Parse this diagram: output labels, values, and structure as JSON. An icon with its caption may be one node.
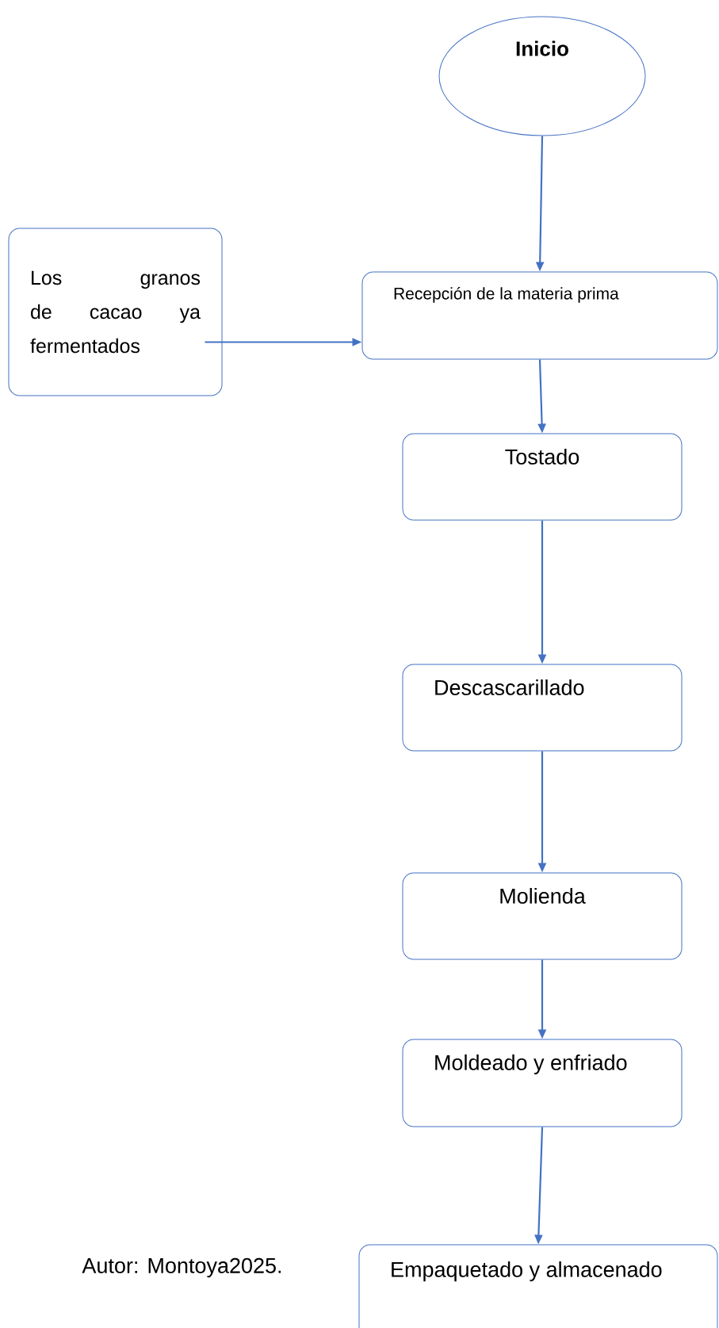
{
  "diagram": {
    "nodes": [
      {
        "text": [
          "Inicio"
        ]
      },
      {
        "text": [
          "Los granos de cacao ya fermentados"
        ]
      },
      {
        "text": [
          "Recepción de la materia prima"
        ]
      },
      {
        "text": [
          "Tostado"
        ]
      },
      {
        "text": [
          "Descascarillado"
        ]
      },
      {
        "text": [
          "Molienda"
        ]
      },
      {
        "text": [
          "Moldeado y enfriado"
        ]
      },
      {
        "text": [
          "Empaquetado y almacenado"
        ]
      }
    ],
    "edges": [
      {
        "from": 0,
        "to": 2,
        "arrow": "to"
      },
      {
        "from": 1,
        "to": 2,
        "arrow": "to"
      },
      {
        "from": 2,
        "to": 3,
        "arrow": "to"
      },
      {
        "from": 3,
        "to": 4,
        "arrow": "to"
      },
      {
        "from": 4,
        "to": 5,
        "arrow": "to"
      },
      {
        "from": 5,
        "to": 6,
        "arrow": "to"
      },
      {
        "from": 6,
        "to": 7,
        "arrow": "to"
      }
    ],
    "labels": [
      "Autor: Montoya2025."
    ]
  }
}
